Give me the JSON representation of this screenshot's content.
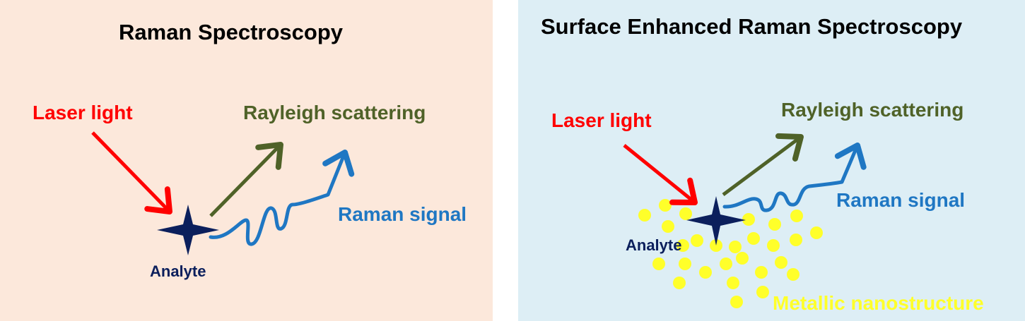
{
  "colors": {
    "left_panel_bg": "#fce8db",
    "right_panel_bg": "#ddeef5",
    "laser": "#ff0000",
    "rayleigh": "#4f6228",
    "raman": "#1f77c3",
    "analyte": "#0b1f5c",
    "nanoparticle": "#ffff2a"
  },
  "left_panel": {
    "title": "Raman Spectroscopy",
    "laser_label": "Laser light",
    "rayleigh_label": "Rayleigh scattering",
    "raman_label": "Raman signal",
    "analyte_label": "Analyte"
  },
  "right_panel": {
    "title": "Surface Enhanced Raman Spectroscopy",
    "laser_label": "Laser light",
    "rayleigh_label": "Rayleigh scattering",
    "raman_label": "Raman signal",
    "analyte_label": "Analyte",
    "substrate_label": "Metallic nanostructure"
  },
  "icons": {
    "analyte": "four-point-star-icon",
    "laser": "arrow-icon",
    "rayleigh": "arrow-icon",
    "raman": "wavy-arrow-icon",
    "nanoparticle": "circle-icon"
  }
}
